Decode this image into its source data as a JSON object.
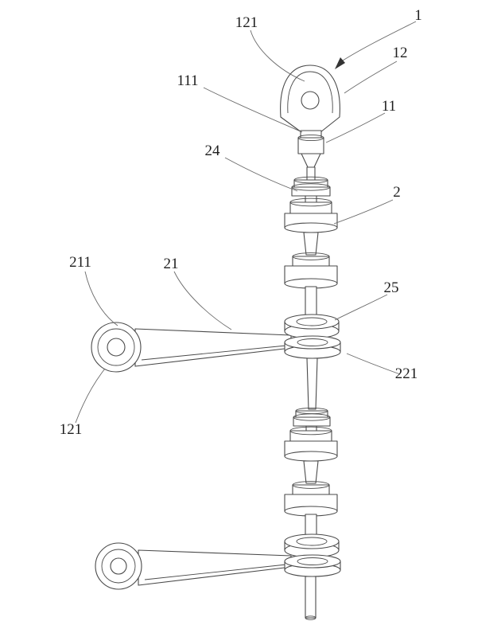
{
  "figure": {
    "kind": "patent-style line drawing of a vertical insulator / linkage assembly with two side arms",
    "background_color": "#ffffff",
    "line_color": "#4a4a4a"
  },
  "labels": {
    "l1": {
      "text": "1"
    },
    "l12": {
      "text": "12"
    },
    "l121_top": {
      "text": "121"
    },
    "l111": {
      "text": "111"
    },
    "l11": {
      "text": "11"
    },
    "l24": {
      "text": "24"
    },
    "l2": {
      "text": "2"
    },
    "l211": {
      "text": "211"
    },
    "l21": {
      "text": "21"
    },
    "l25": {
      "text": "25"
    },
    "l221": {
      "text": "221"
    },
    "l121_left": {
      "text": "121"
    }
  }
}
